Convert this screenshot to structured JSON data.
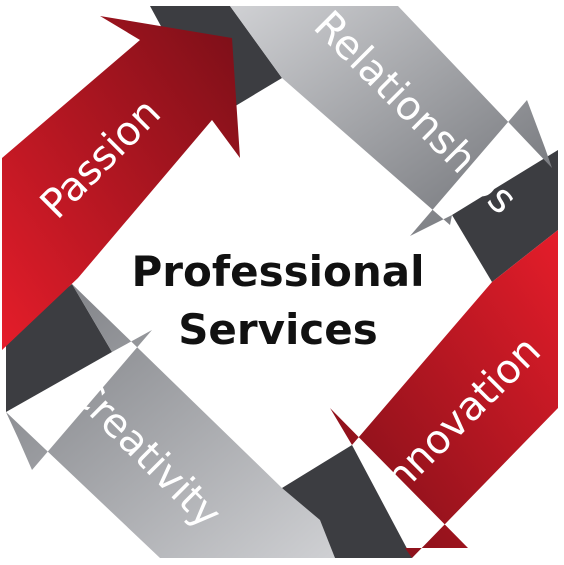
{
  "diagram": {
    "center": {
      "line1": "Professional",
      "line2": "Services"
    },
    "segments": [
      {
        "label": "Passion",
        "style": "red"
      },
      {
        "label": "Relationships",
        "style": "gray"
      },
      {
        "label": "Innovation",
        "style": "red"
      },
      {
        "label": "Creativity",
        "style": "gray"
      }
    ],
    "colors": {
      "red_light": "#e51d2a",
      "red_dark": "#7a0f18",
      "gray_light": "#c4c5c8",
      "gray_dark": "#6c6e73",
      "connector": "#3c3d41",
      "text": "#ffffff",
      "center_text": "#111111"
    }
  }
}
